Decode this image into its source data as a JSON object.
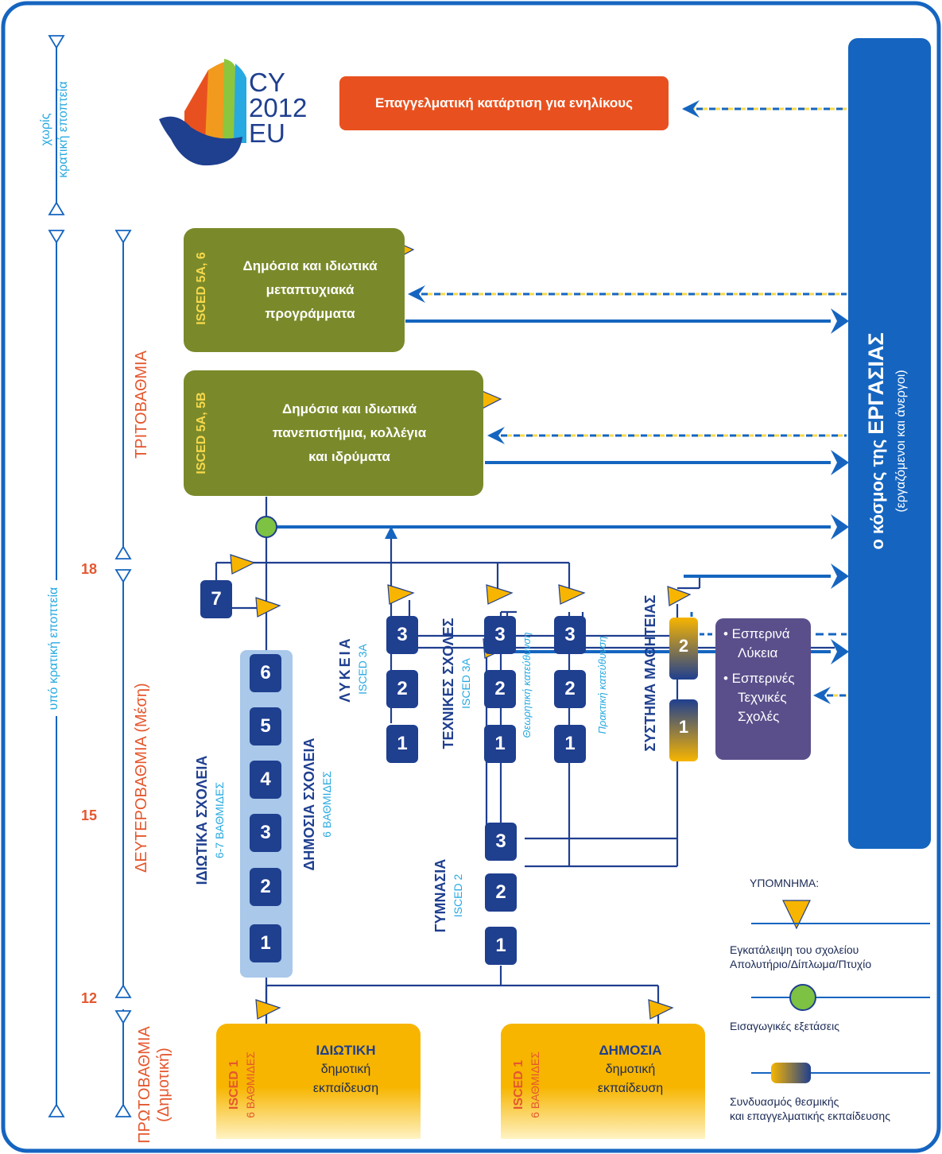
{
  "logo": {
    "line1": "CY",
    "line2": "2012",
    "line3": "EU"
  },
  "adult_training": "Επαγγελματική κατάρτιση για ενηλίκους",
  "postgrad": {
    "isced": "ISCED 5A, 6",
    "lines": [
      "Δημόσια και ιδιωτικά",
      "μεταπτυχιακά",
      "προγράμματα"
    ]
  },
  "university": {
    "isced": "ISCED 5A, 5B",
    "lines": [
      "Δημόσια και ιδιωτικά",
      "πανεπιστήμια, κολλέγια",
      "και ιδρύματα"
    ]
  },
  "work_world": {
    "prefix": "ο κόσμος της",
    "bold": "ΕΡΓΑΣΙΑΣ",
    "sub": "(εργαζόμενοι και άνεργοι)"
  },
  "timeline": {
    "no_supervision": [
      "χωρίς",
      "κρατική εποπτεία"
    ],
    "under_supervision": "υπό κρατική εποπτεία",
    "ages": [
      "18",
      "15",
      "12"
    ]
  },
  "levels": {
    "tertiary": "ΤΡΙΤΟΒΑΘΜΙΑ",
    "secondary": "ΔΕΥΤΕΡΟΒΑΘΜΙΑ (Μέση)",
    "primary": [
      "ΠΡΩΤΟΒΑΘΜΙΑ",
      "(Δημοτική)"
    ]
  },
  "private_schools": {
    "title": "ΙΔΙΩΤΙΚΑ ΣΧΟΛΕΙΑ",
    "sub": "6-7 ΒΑΘΜΙΔΕΣ"
  },
  "public_schools": {
    "title": "ΔΗΜΟΣΙΑ ΣΧΟΛΕΙΑ",
    "sub": "6 ΒΑΘΜΙΔΕΣ"
  },
  "lykeia": {
    "title": "ΛΥΚΕΙΑ",
    "sub": "ISCED 3A"
  },
  "technical": {
    "title": "ΤΕΧΝΙΚΕΣ ΣΧΟΛΕΣ",
    "sub": "ISCED 3A"
  },
  "theoretical": "Θεωρητική κατεύθυνση",
  "practical": "Πρακτική κατεύθυνση",
  "apprenticeship": "ΣΥΣΤΗΜΑ ΜΑΘΗΤΕΙΑΣ",
  "gymnasia": {
    "title": "ΓΥΜΝΑΣΙΑ",
    "sub": "ISCED 2"
  },
  "evening": {
    "b1": "• Εσπερινά",
    "b1b": "Λύκεια",
    "b2": "• Εσπερινές",
    "b2b": "Τεχνικές",
    "b2c": "Σχολές"
  },
  "private_primary": {
    "isced": "ISCED 1",
    "grades": "6 ΒΑΘΜΙΔΕΣ",
    "title": "ΙΔΙΩΤΙΚΗ",
    "l1": "δημοτική",
    "l2": "εκπαίδευση"
  },
  "public_primary": {
    "isced": "ISCED 1",
    "grades": "6 ΒΑΘΜΙΔΕΣ",
    "title": "ΔΗΜΟΣΙΑ",
    "l1": "δημοτική",
    "l2": "εκπαίδευση"
  },
  "grade_numbers": {
    "g1": "1",
    "g2": "2",
    "g3": "3",
    "g4": "4",
    "g5": "5",
    "g6": "6",
    "g7": "7"
  },
  "legend": {
    "title": "ΥΠΟΜΝΗΜΑ:",
    "dropout": [
      "Εγκατάλειψη του σχολείου",
      "Απολυτήριο/Δίπλωμα/Πτυχίο"
    ],
    "exams": "Εισαγωγικές εξετάσεις",
    "combo": [
      "Συνδυασμός θεσμικής",
      "και επαγγελματικής εκπαίδευσης"
    ]
  },
  "colors": {
    "navy": "#1f3f8f",
    "work_blue": "#1565c0",
    "olive": "#7a8a2a",
    "orange": "#e8511f",
    "yellow": "#f7b500",
    "purple": "#5a4f8b",
    "light_blue": "#a9c8ea",
    "green": "#7dc242"
  }
}
